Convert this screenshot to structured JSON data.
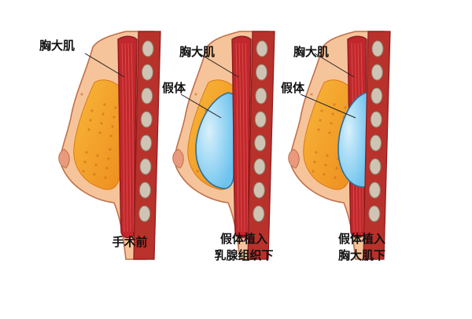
{
  "panels": [
    {
      "id": "before",
      "muscle_label": "胸大肌",
      "implant_label": "",
      "caption_lines": [
        "手术前"
      ]
    },
    {
      "id": "subglandular",
      "muscle_label": "胸大肌",
      "implant_label": "假体",
      "caption_lines": [
        "假体植入",
        "乳腺组织下"
      ]
    },
    {
      "id": "submuscular",
      "muscle_label": "胸大肌",
      "implant_label": "假体",
      "caption_lines": [
        "假体植入",
        "胸大肌下"
      ]
    }
  ],
  "colors": {
    "skin": "#f6c49a",
    "skin_outline": "#c0704a",
    "gland": "#f3a12a",
    "muscle": "#c1272d",
    "muscle_dark": "#8e1b1f",
    "rib_bg": "#b8312b",
    "rib": "#cfc3b4",
    "implant": "#6cc3ee",
    "implant_light": "#d8f0fb"
  }
}
